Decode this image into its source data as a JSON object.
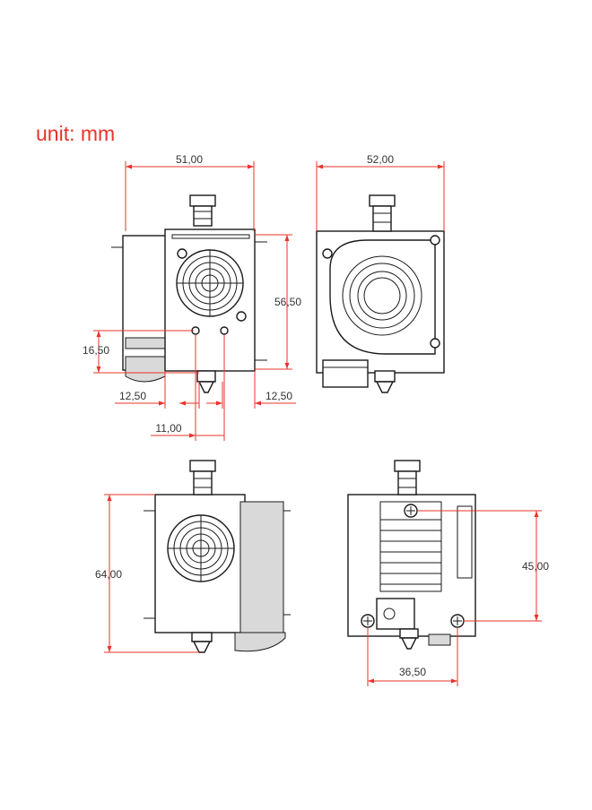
{
  "unit_label": "unit: mm",
  "views": {
    "front": {
      "width": "51,00",
      "height": "56,50",
      "hole_height": "16,50",
      "left_offset": "12,50",
      "right_offset": "12,50",
      "hole_spacing": "11,00"
    },
    "right": {
      "width": "52,00"
    },
    "side": {
      "height": "64,00"
    },
    "back": {
      "height": "45,00",
      "hole_spacing": "36,50"
    }
  },
  "colors": {
    "dimension": "#e8332a",
    "outline": "#1a1a1a"
  }
}
